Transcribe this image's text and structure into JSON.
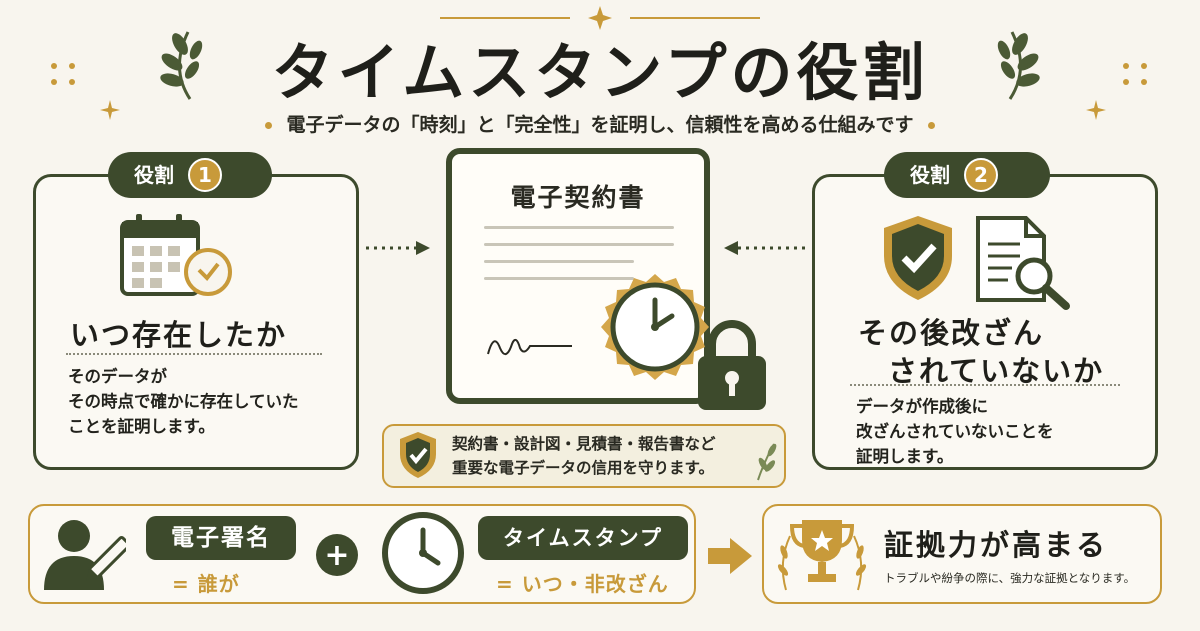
{
  "header": {
    "title": "タイムスタンプの役割",
    "subtitle": "電子データの「時刻」と「完全性」を証明し、信頼性を高める仕組みです"
  },
  "role1": {
    "label": "役割",
    "number": "1",
    "heading": "いつ存在したか",
    "body_lines": [
      "そのデータが",
      "その時点で確かに存在していた",
      "ことを証明します。"
    ]
  },
  "role2": {
    "label": "役割",
    "number": "2",
    "heading_lines": [
      "その後改ざん",
      "されていないか"
    ],
    "body_lines": [
      "データが作成後に",
      "改ざんされていないことを",
      "証明します。"
    ]
  },
  "document": {
    "title": "電子契約書"
  },
  "note": {
    "lines": [
      "契約書・設計図・見積書・報告書など",
      "重要な電子データの信用を守ります。"
    ]
  },
  "bottom": {
    "signature_label": "電子署名",
    "signature_eq": "= 誰が",
    "plus": "+",
    "timestamp_label": "タイムスタンプ",
    "timestamp_eq": "= いつ・非改ざん",
    "result_title": "証拠力が高まる",
    "result_sub": "トラブルや紛争の際に、強力な証拠となります。"
  },
  "colors": {
    "dark_green": "#3d4a2c",
    "gold": "#c89a3a",
    "background": "#f8f5ee"
  },
  "icons": [
    "laurel-icon",
    "calendar-clock-icon",
    "shield-check-icon",
    "document-search-icon",
    "clock-seal-icon",
    "padlock-icon",
    "person-pen-icon",
    "clock-icon",
    "trophy-icon",
    "arrow-right-icon"
  ]
}
